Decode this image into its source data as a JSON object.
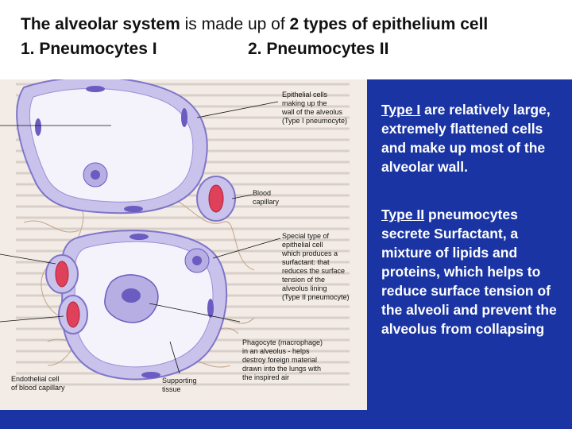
{
  "title": {
    "part1": "The alveolar system",
    "part2": " is made up of ",
    "part3": "2 types of epithelium cell",
    "item1": "1. Pneumocytes I",
    "item2": "2. Pneumocytes II"
  },
  "notes": {
    "type1_term": "Type I",
    "type1_text": " are relatively large, extremely flattened cells and make up most of the alveolar wall.",
    "type2_term": "Type II",
    "type2_text": " pneumocytes secrete Surfactant, a mixture of lipids and proteins, which helps to reduce surface tension of the alveoli and prevent the alveolus from collapsing"
  },
  "figure_labels": {
    "epithelial": [
      "Epithelial cells",
      "making up the",
      "wall of the alveolus",
      "(Type I pneumocyte)"
    ],
    "blood": [
      "Blood",
      "capillary"
    ],
    "special": [
      "Special type of",
      "epithelial cell",
      "which produces a",
      "surfactant: that",
      "reduces the surface",
      "tension of the",
      "alveolus lining",
      "(Type II pneumocyte)"
    ],
    "phagocyte": [
      "Phagocyte (macrophage)",
      "in an alveolus - helps",
      "destroy foreign material",
      "drawn into the lungs with",
      "the inspired air"
    ],
    "supporting": [
      "Supporting",
      "tissue"
    ],
    "endothelial": [
      "Endothelial cell",
      "of blood capillary"
    ]
  },
  "colors": {
    "panel": "#1a35a3",
    "cell_wall": "#c9c3ec",
    "nucleus": "#6a5cc0",
    "rbc": "#e0415a"
  }
}
